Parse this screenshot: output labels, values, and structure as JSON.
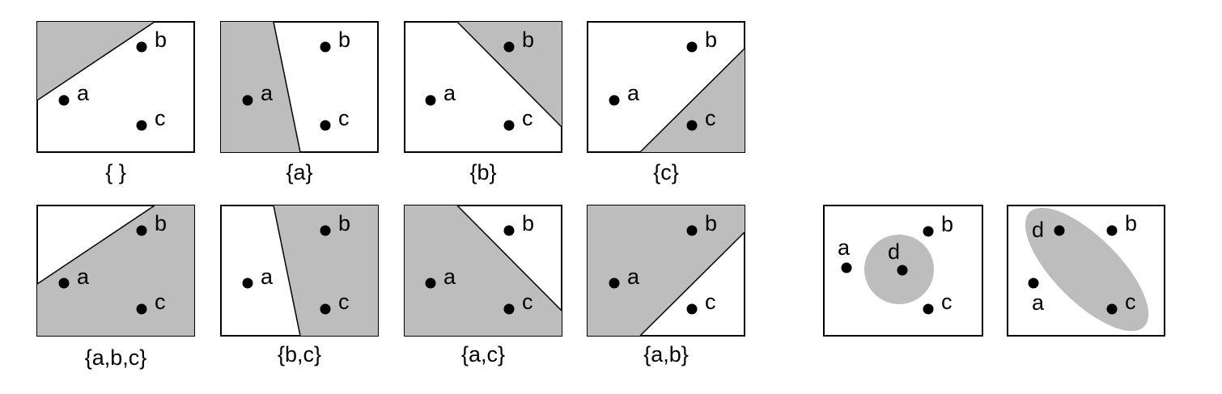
{
  "panels": [
    {
      "caption": "{ }",
      "points": [
        {
          "label": "a"
        },
        {
          "label": "b"
        },
        {
          "label": "c"
        }
      ]
    },
    {
      "caption": "{a}",
      "points": [
        {
          "label": "a"
        },
        {
          "label": "b"
        },
        {
          "label": "c"
        }
      ]
    },
    {
      "caption": "{b}",
      "points": [
        {
          "label": "a"
        },
        {
          "label": "b"
        },
        {
          "label": "c"
        }
      ]
    },
    {
      "caption": "{c}",
      "points": [
        {
          "label": "a"
        },
        {
          "label": "b"
        },
        {
          "label": "c"
        }
      ]
    },
    {
      "caption": "{a,b,c}",
      "points": [
        {
          "label": "a"
        },
        {
          "label": "b"
        },
        {
          "label": "c"
        }
      ]
    },
    {
      "caption": "{b,c}",
      "points": [
        {
          "label": "a"
        },
        {
          "label": "b"
        },
        {
          "label": "c"
        }
      ]
    },
    {
      "caption": "{a,c}",
      "points": [
        {
          "label": "a"
        },
        {
          "label": "b"
        },
        {
          "label": "c"
        }
      ]
    },
    {
      "caption": "{a,b}",
      "points": [
        {
          "label": "a"
        },
        {
          "label": "b"
        },
        {
          "label": "c"
        }
      ]
    },
    {
      "caption": "",
      "points": [
        {
          "label": "a"
        },
        {
          "label": "b"
        },
        {
          "label": "c"
        },
        {
          "label": "d"
        }
      ]
    },
    {
      "caption": "",
      "points": [
        {
          "label": "a"
        },
        {
          "label": "b"
        },
        {
          "label": "c"
        },
        {
          "label": "d"
        }
      ]
    }
  ],
  "colors": {
    "region_fill": "#bdbdbd",
    "stroke": "#000000",
    "background": "#ffffff"
  }
}
